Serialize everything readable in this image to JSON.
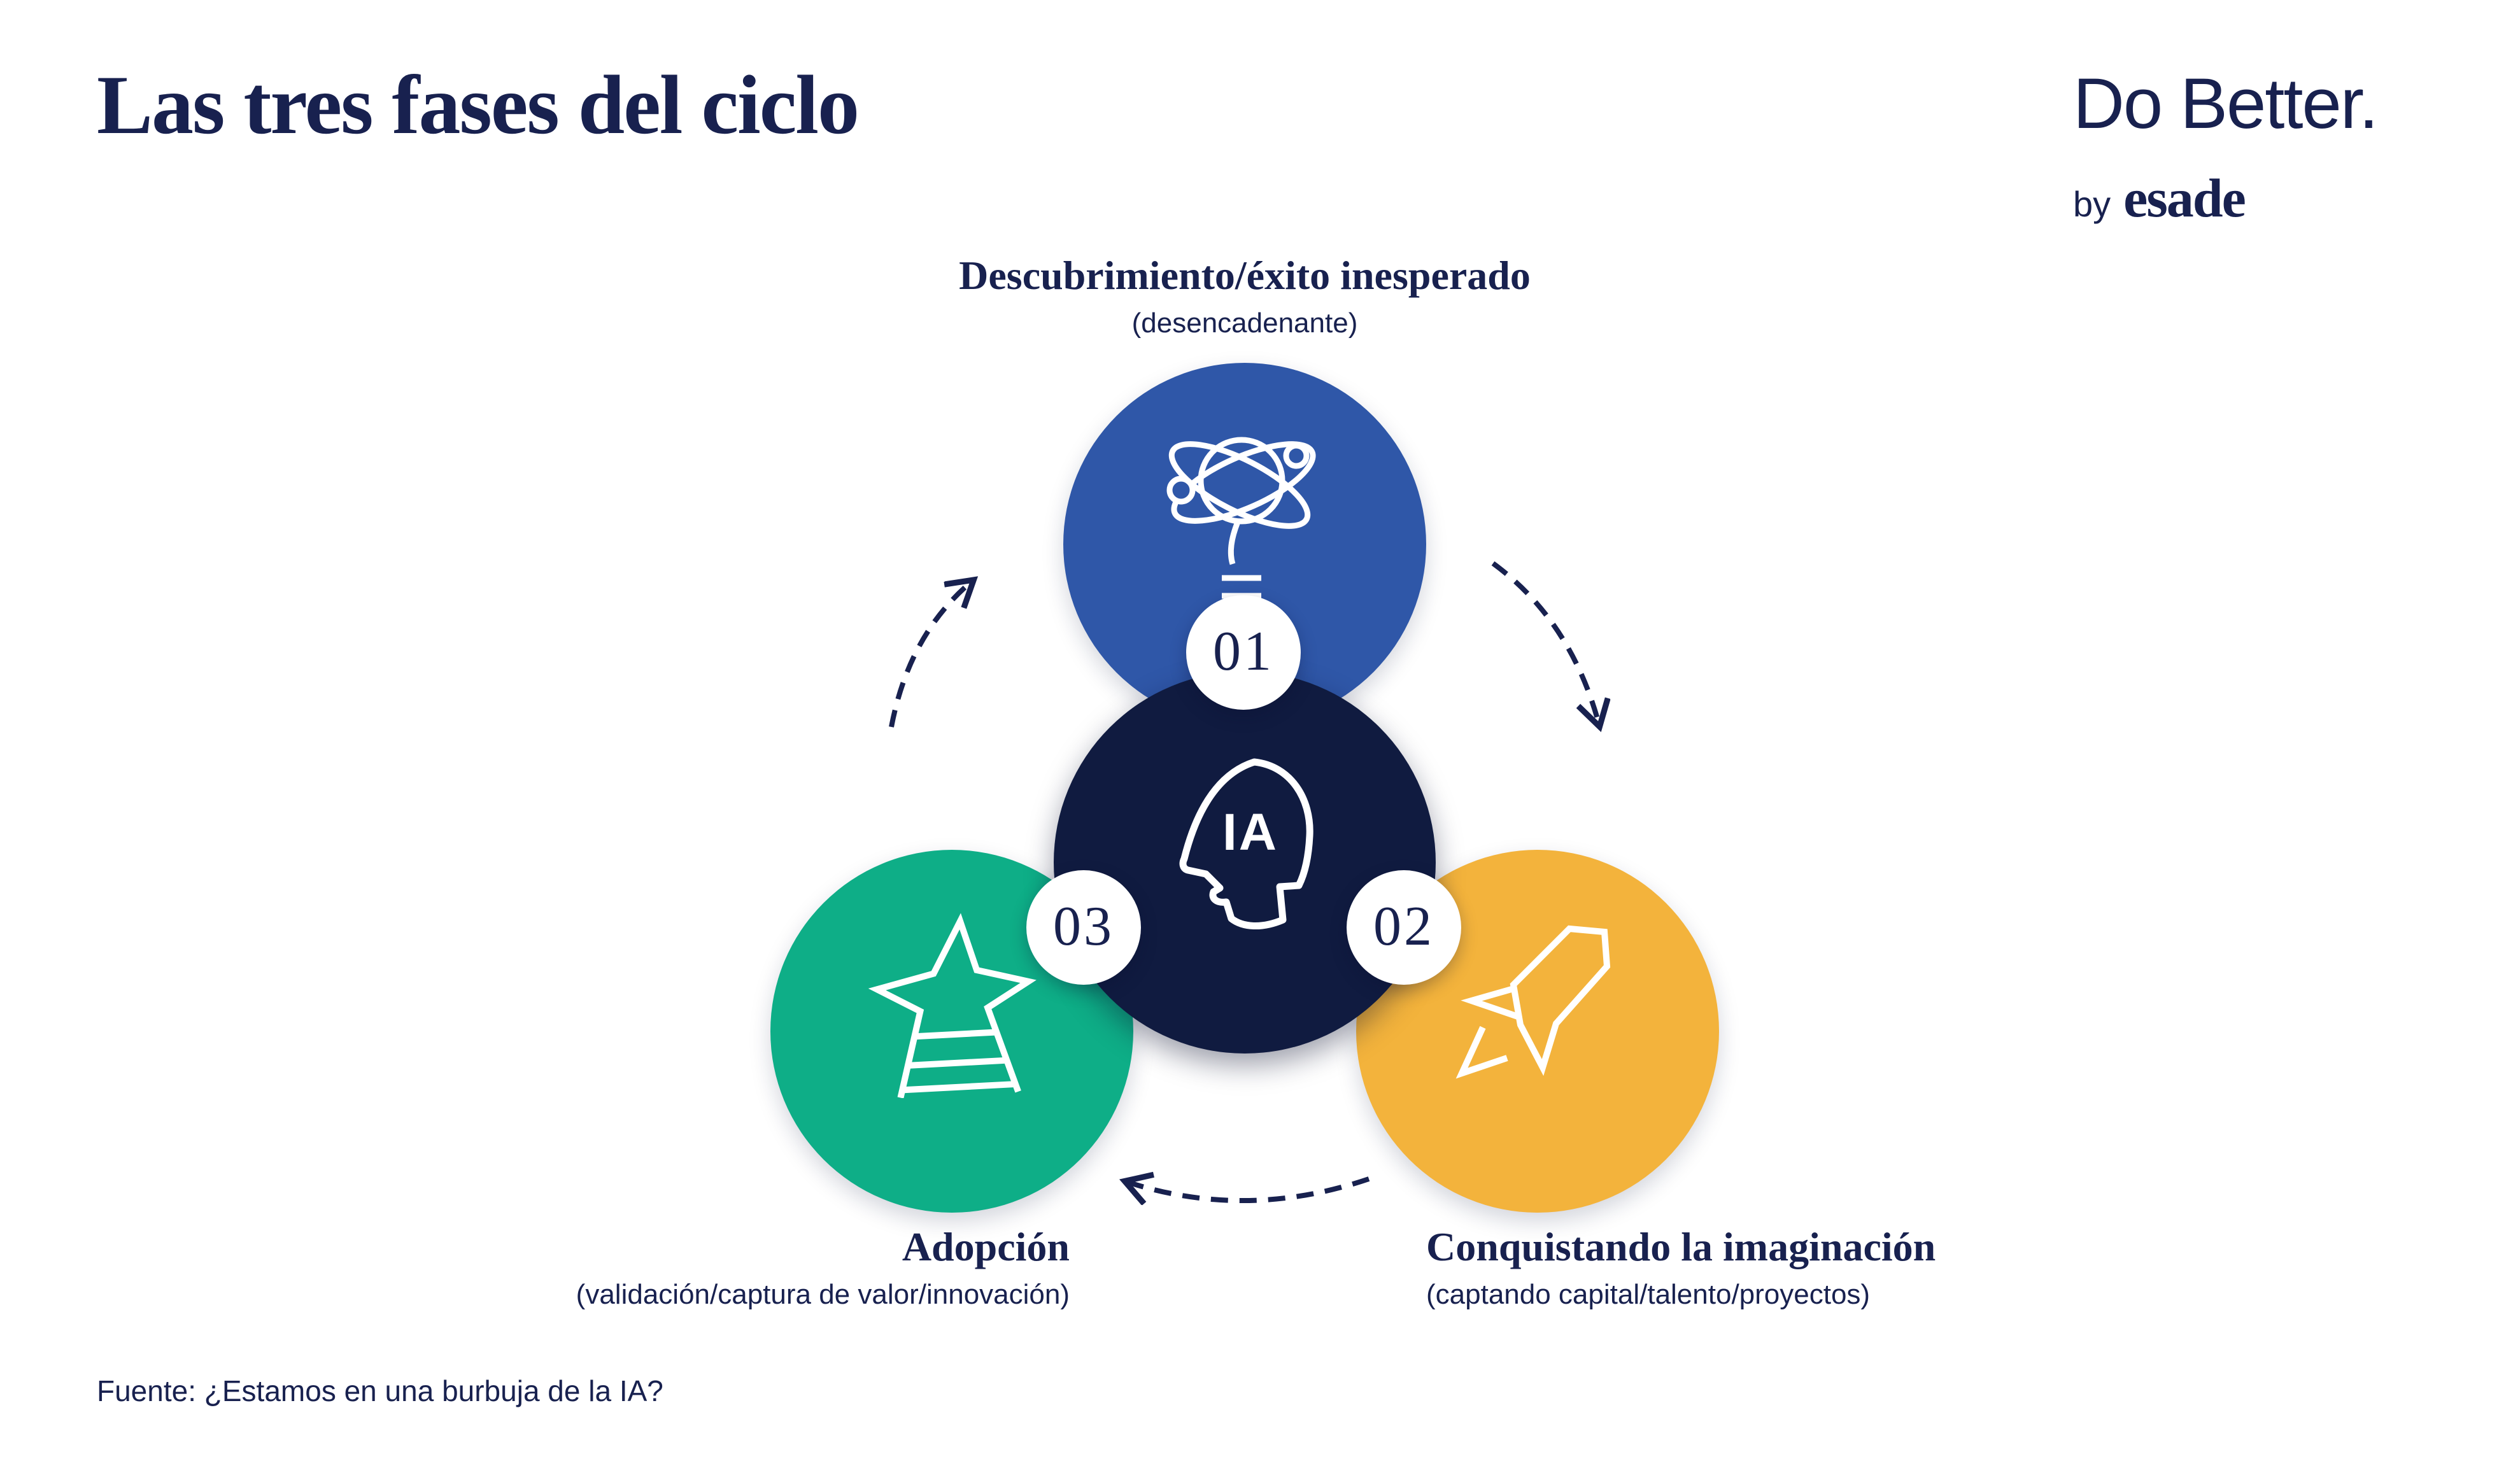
{
  "page": {
    "title": "Las tres fases del ciclo",
    "background": "#FFFFFF"
  },
  "brand": {
    "wordmark": "Do Better.",
    "by": "by",
    "name": "esade"
  },
  "palette": {
    "navy_text": "#18214F",
    "navy_center_circle": "#101B40",
    "blue_phase": "#2F57A8",
    "green_phase": "#0EAE87",
    "yellow_phase": "#F3B33C",
    "badge_background": "#FFFFFF"
  },
  "center": {
    "label": "IA",
    "icon": "head-profile-icon"
  },
  "phases": [
    {
      "number": "01",
      "title": "Descubrimiento/éxito inesperado",
      "subtitle": "(desencadenante)",
      "icon": "planet-orbit-icon",
      "color": "#2F57A8"
    },
    {
      "number": "02",
      "title": "Conquistando la imaginación",
      "subtitle": "(captando capital/talento/proyectos)",
      "icon": "rocket-icon",
      "color": "#F3B33C"
    },
    {
      "number": "03",
      "title": "Adopción",
      "subtitle": "(validación/captura de valor/innovación)",
      "icon": "star-track-icon",
      "color": "#0EAE87"
    }
  ],
  "source_note": "Fuente: ¿Estamos en una burbuja de la IA?"
}
